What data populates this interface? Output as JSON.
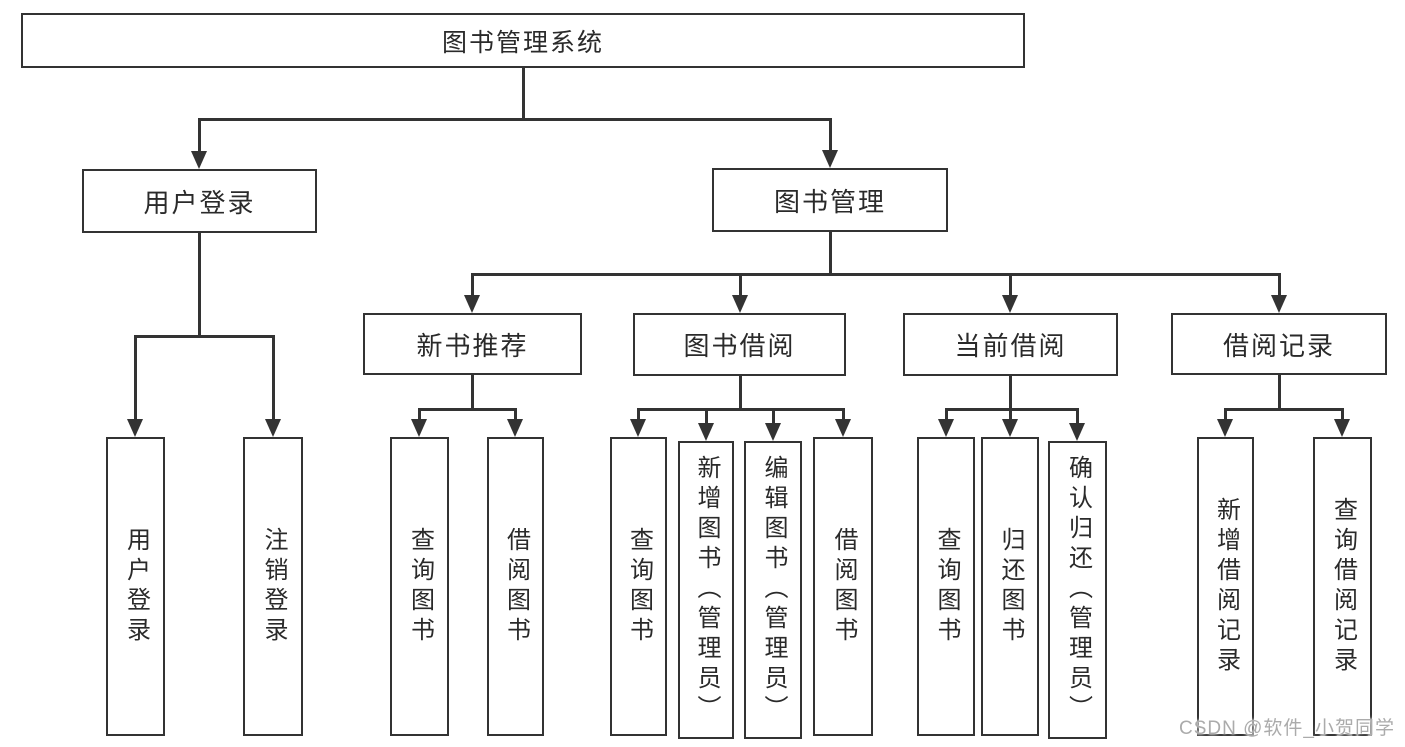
{
  "tree": {
    "root": {
      "label": "图书管理系统",
      "children": [
        {
          "label": "用户登录",
          "children": [
            {
              "label": "用户登录"
            },
            {
              "label": "注销登录"
            }
          ]
        },
        {
          "label": "图书管理",
          "children": [
            {
              "label": "新书推荐",
              "children": [
                {
                  "label": "查询图书"
                },
                {
                  "label": "借阅图书"
                }
              ]
            },
            {
              "label": "图书借阅",
              "children": [
                {
                  "label": "查询图书"
                },
                {
                  "label": "新增图书（管理员）"
                },
                {
                  "label": "编辑图书（管理员）"
                },
                {
                  "label": "借阅图书"
                }
              ]
            },
            {
              "label": "当前借阅",
              "children": [
                {
                  "label": "查询图书"
                },
                {
                  "label": "归还图书"
                },
                {
                  "label": "确认归还（管理员）"
                }
              ]
            },
            {
              "label": "借阅记录",
              "children": [
                {
                  "label": "新增借阅记录"
                },
                {
                  "label": "查询借阅记录"
                }
              ]
            }
          ]
        }
      ]
    }
  },
  "watermark": "CSDN @软件_小贺同学",
  "colors": {
    "line": "#333333",
    "text": "#2a2a2a",
    "background": "#ffffff",
    "watermark": "#ababab"
  }
}
